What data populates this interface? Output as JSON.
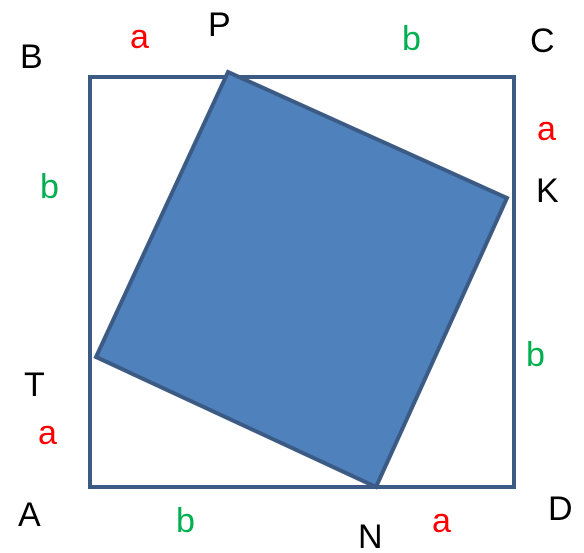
{
  "vertices": {
    "B": "B",
    "C": "C",
    "A": "A",
    "D": "D",
    "P": "P",
    "K": "K",
    "T": "T",
    "N": "N"
  },
  "segments": {
    "top_a": "a",
    "top_b": "b",
    "right_a": "a",
    "right_b": "b",
    "left_b": "b",
    "left_a": "a",
    "bottom_b": "b",
    "bottom_a": "a"
  },
  "colors": {
    "outer_square_stroke": "#3B5A84",
    "inner_square_fill": "#4F81BD",
    "inner_square_stroke": "#3B5A84",
    "label_a": "#FF0000",
    "label_b": "#00B050",
    "label_vertex": "#000000"
  }
}
